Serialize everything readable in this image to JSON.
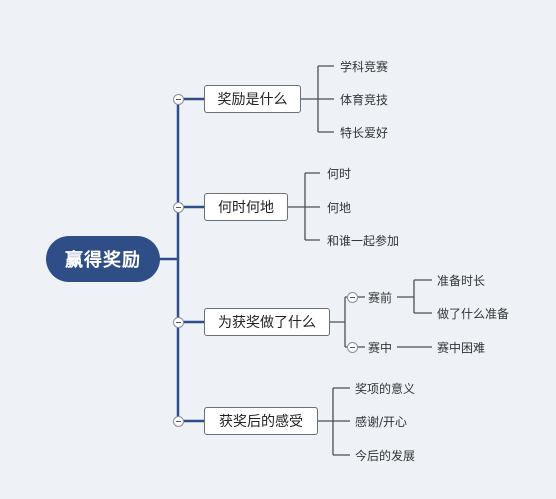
{
  "root": {
    "label": "赢得奖励"
  },
  "branches": [
    {
      "label": "奖励是什么",
      "children": [
        "学科竞赛",
        "体育竞技",
        "特长爱好"
      ]
    },
    {
      "label": "何时何地",
      "children": [
        "何时",
        "何地",
        "和谁一起参加"
      ]
    },
    {
      "label": "为获奖做了什么",
      "sub": [
        {
          "label": "赛前",
          "children": [
            "准备时长",
            "做了什么准备"
          ]
        },
        {
          "label": "赛中",
          "children": [
            "赛中困难"
          ]
        }
      ]
    },
    {
      "label": "获奖后的感受",
      "children": [
        "奖项的意义",
        "感谢/开心",
        "今后的发展"
      ]
    }
  ],
  "colors": {
    "root_fill": "#2f4d86",
    "spine": "#2f4d86",
    "connector": "#4a4f58",
    "background": "#eef2f7"
  }
}
